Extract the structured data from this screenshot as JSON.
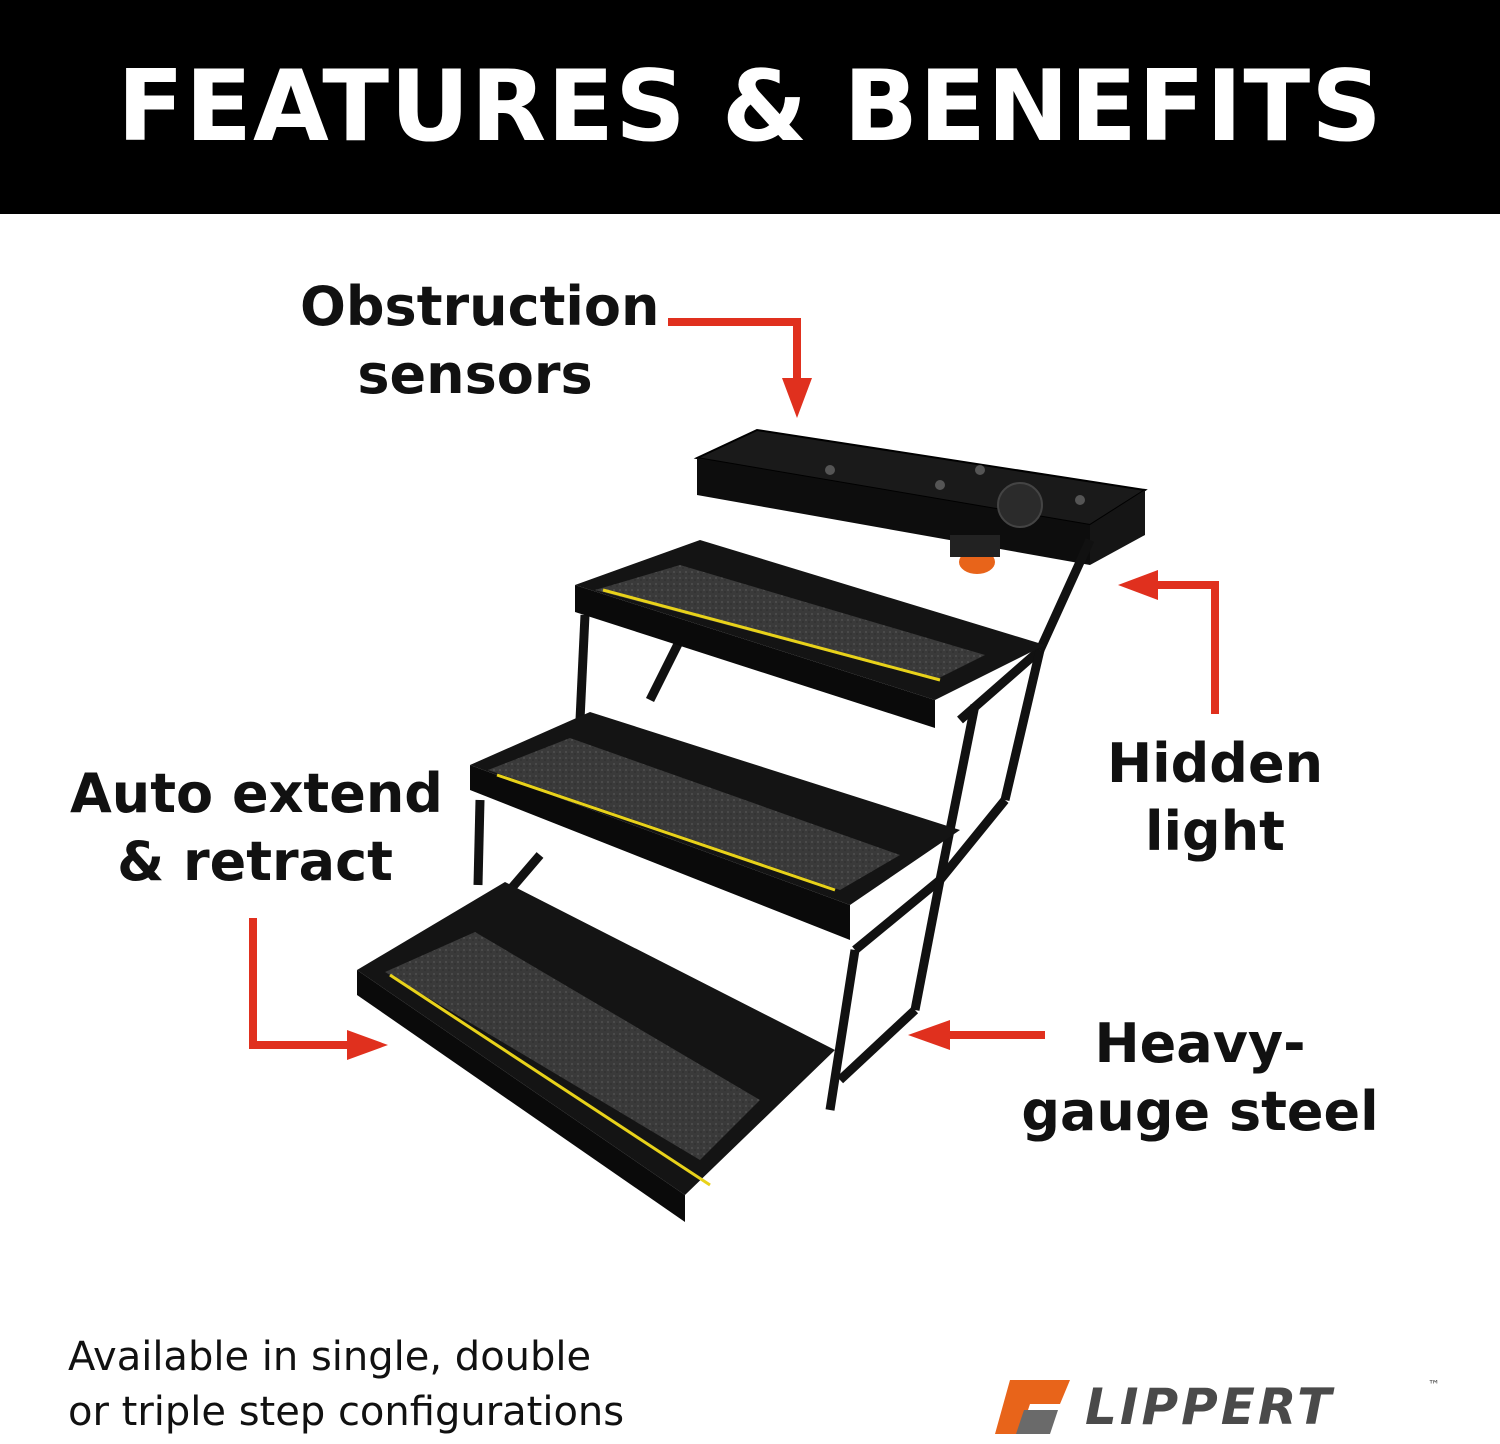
{
  "banner": {
    "title": "FEATURES & BENEFITS"
  },
  "callouts": {
    "obstruction": {
      "line1": "Obstruction",
      "line2": "sensors"
    },
    "auto": {
      "line1": "Auto extend",
      "line2": "& retract"
    },
    "hidden": {
      "line1": "Hidden",
      "line2": "light"
    },
    "heavy": {
      "line1": "Heavy-",
      "line2": "gauge steel"
    }
  },
  "footer": {
    "line1": "Available in single, double",
    "line2": "or triple step configurations"
  },
  "brand": {
    "name": "LIPPERT",
    "trademark": "™"
  },
  "colors": {
    "banner": "#000000",
    "arrow": "#e0301e",
    "step": "#111111",
    "tread": "#3a3a3a",
    "stripe": "#e8d21a",
    "light": "#e8641a",
    "logo_orange": "#e8641a",
    "logo_gray": "#4a4a4a"
  },
  "icons": [
    "arrow-down-icon",
    "arrow-left-icon",
    "arrow-right-icon",
    "lippert-logo-icon"
  ]
}
